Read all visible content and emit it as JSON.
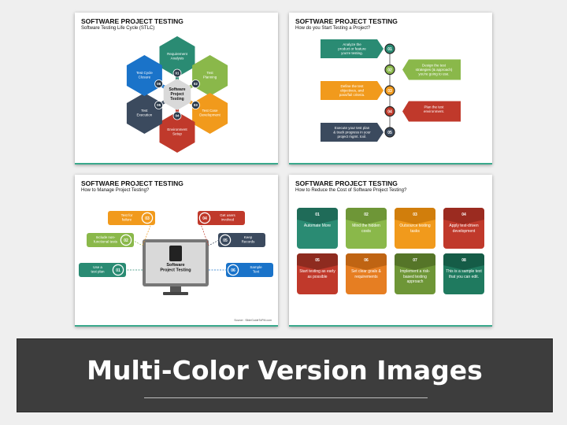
{
  "slides": [
    {
      "title": "SOFTWARE PROJECT TESTING",
      "subtitle": "Software Testing Life Cycle (STLC)",
      "center": [
        "Software",
        "Project",
        "Testing"
      ],
      "steps": [
        {
          "num": "01",
          "label": [
            "Requirement",
            "Analysis"
          ],
          "color": "#2a8b73"
        },
        {
          "num": "02",
          "label": [
            "Test",
            "Planning"
          ],
          "color": "#8ab84a"
        },
        {
          "num": "03",
          "label": [
            "Test Case",
            "Development"
          ],
          "color": "#f19a1c"
        },
        {
          "num": "04",
          "label": [
            "Environment",
            "Setup"
          ],
          "color": "#c0392b"
        },
        {
          "num": "05",
          "label": [
            "Test",
            "Execution"
          ],
          "color": "#3b4a5e"
        },
        {
          "num": "06",
          "label": [
            "Test Cycle",
            "Closure"
          ],
          "color": "#1a73c9"
        }
      ]
    },
    {
      "title": "SOFTWARE PROJECT TESTING",
      "subtitle": "How do you Start Testing a Project?",
      "steps": [
        {
          "num": "01",
          "label": [
            "Analyze the",
            "product or feature",
            "you're testing."
          ],
          "color": "#2a8b73",
          "side": "left"
        },
        {
          "num": "02",
          "label": [
            "Design the test",
            "strategies (& approach)",
            "you're going to use."
          ],
          "color": "#8ab84a",
          "side": "right"
        },
        {
          "num": "03",
          "label": [
            "Define the test",
            "objectives, and",
            "pass/fail criteria."
          ],
          "color": "#f19a1c",
          "side": "left"
        },
        {
          "num": "04",
          "label": [
            "Plan the test",
            "environment."
          ],
          "color": "#c0392b",
          "side": "right"
        },
        {
          "num": "05",
          "label": [
            "Execute your test plan",
            "& track progress in your",
            "project mgmt. tool."
          ],
          "color": "#3b4a5e",
          "side": "left"
        }
      ]
    },
    {
      "title": "SOFTWARE PROJECT TESTING",
      "subtitle": "How to Manage Project Testing?",
      "center": [
        "Software",
        "Project Testing"
      ],
      "source": "Source : SlideGuideToPM.com",
      "steps": [
        {
          "num": "01",
          "label": [
            "Use a",
            "test plan"
          ],
          "color": "#2a8b73"
        },
        {
          "num": "02",
          "label": [
            "Include non-",
            "functional tests"
          ],
          "color": "#8ab84a"
        },
        {
          "num": "03",
          "label": [
            "Test for",
            "failure"
          ],
          "color": "#f19a1c"
        },
        {
          "num": "04",
          "label": [
            "Get users",
            "involved"
          ],
          "color": "#c0392b"
        },
        {
          "num": "05",
          "label": [
            "Keep",
            "Records"
          ],
          "color": "#3b4a5e"
        },
        {
          "num": "06",
          "label": [
            "Sample",
            "Text"
          ],
          "color": "#1a73c9"
        }
      ]
    },
    {
      "title": "SOFTWARE PROJECT TESTING",
      "subtitle": "How to Reduce the Cost of Software Project Testing?",
      "cards": [
        {
          "num": "01",
          "label": "Automate More",
          "color": "#2a8b73",
          "dark": "#1f6b58"
        },
        {
          "num": "02",
          "label": "Mind the hidden costs",
          "color": "#8ab84a",
          "dark": "#6e9637"
        },
        {
          "num": "03",
          "label": "Outsource testing tasks",
          "color": "#f19a1c",
          "dark": "#d17e0c"
        },
        {
          "num": "04",
          "label": "Apply test-driven development",
          "color": "#c0392b",
          "dark": "#9b2b20"
        },
        {
          "num": "05",
          "label": "Start testing as early as possible",
          "color": "#c0392b",
          "dark": "#8e2b1f"
        },
        {
          "num": "06",
          "label": "Set clear goals & requirements",
          "color": "#e67e22",
          "dark": "#bf6413"
        },
        {
          "num": "07",
          "label": "Implement a risk-based testing approach",
          "color": "#6e9637",
          "dark": "#557528"
        },
        {
          "num": "08",
          "label": "This is a sample text that you can edit.",
          "color": "#1f7a5f",
          "dark": "#155c47"
        }
      ]
    }
  ],
  "banner": {
    "text": "Multi-Color Version Images"
  }
}
